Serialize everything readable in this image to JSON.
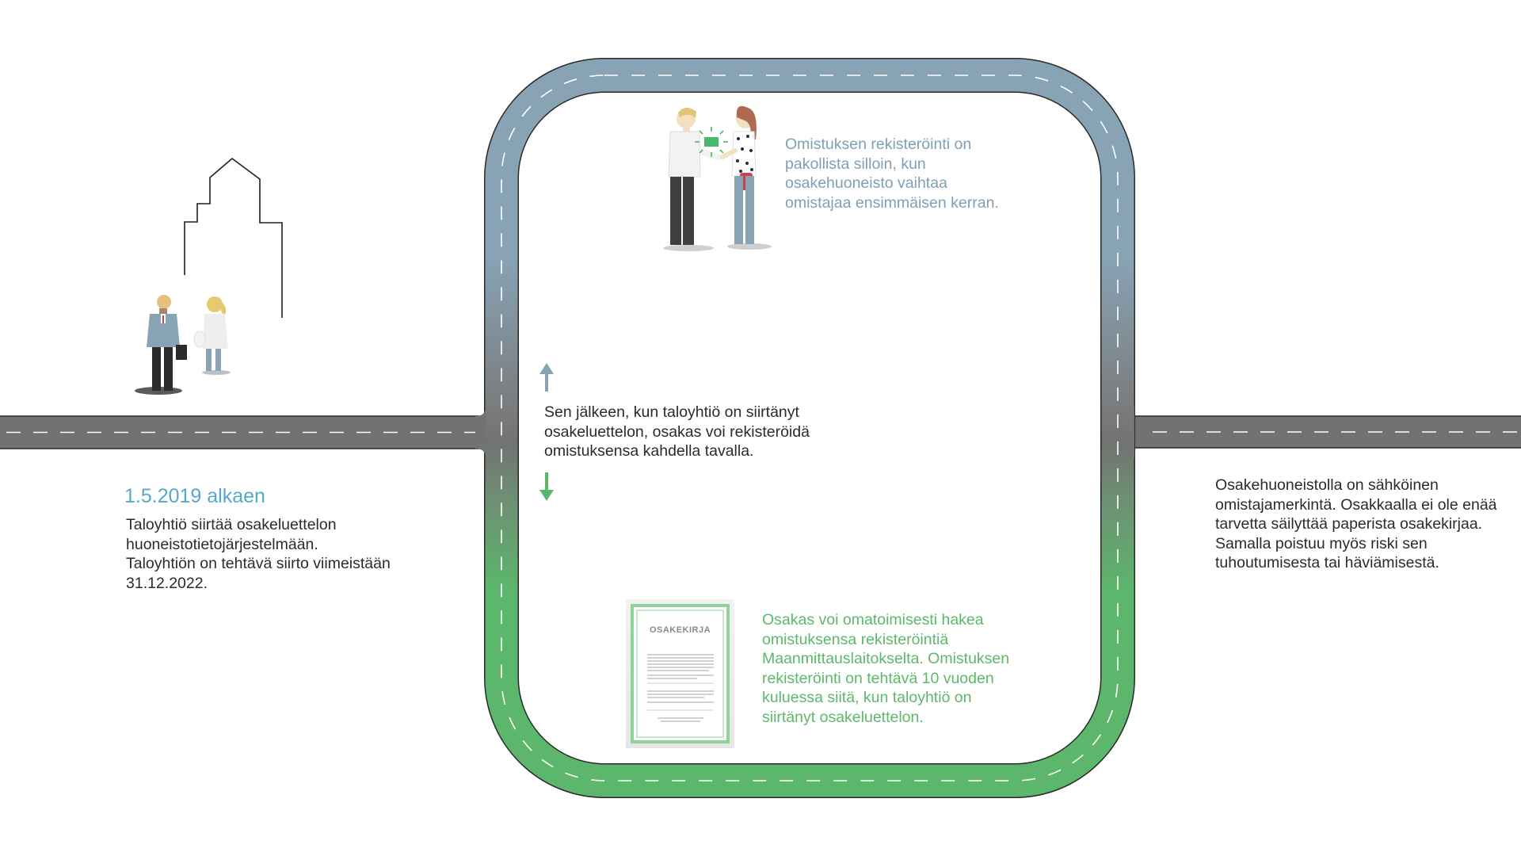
{
  "colors": {
    "road_gray": "#727272",
    "road_blue": "#87a3b4",
    "road_green": "#5cb66b",
    "text_dark": "#2b2b2b",
    "text_blue": "#7f9fb4",
    "text_green": "#5cb96c",
    "date_blue": "#55a8cd"
  },
  "left": {
    "date": "1.5.2019 alkaen",
    "lines": [
      "Taloyhtiö siirtää osakeluettelon",
      "huoneistotietojärjestelmään.",
      "Taloyhtiön on tehtävä siirto viimeistään",
      "31.12.2022."
    ]
  },
  "middle": {
    "lines": [
      "Sen jälkeen, kun taloyhtiö on siirtänyt",
      "osakeluettelon, osakas voi rekisteröidä",
      "omistuksensa kahdella tavalla."
    ]
  },
  "top_loop": {
    "lines": [
      "Omistuksen rekisteröinti on",
      "pakollista silloin, kun",
      "osakehuoneisto vaihtaa",
      "omistajaa ensimmäisen kerran."
    ]
  },
  "bottom_loop": {
    "certificate_title": "OSAKEKIRJA",
    "lines": [
      "Osakas voi omatoimisesti hakea",
      "omistuksensa rekisteröintiä",
      "Maanmittauslaitokselta. Omistuksen",
      "rekisteröinti on tehtävä 10 vuoden",
      "kuluessa siitä, kun taloyhtiö on",
      "siirtänyt osakeluettelon."
    ]
  },
  "right": {
    "lines": [
      "Osakehuoneistolla on sähköinen",
      "omistajamerkintä. Osakkaalla ei ole enää",
      "tarvetta säilyttää paperista osakekirjaa.",
      "Samalla poistuu myös riski sen",
      "tuhoutumisesta tai häviämisestä."
    ]
  }
}
